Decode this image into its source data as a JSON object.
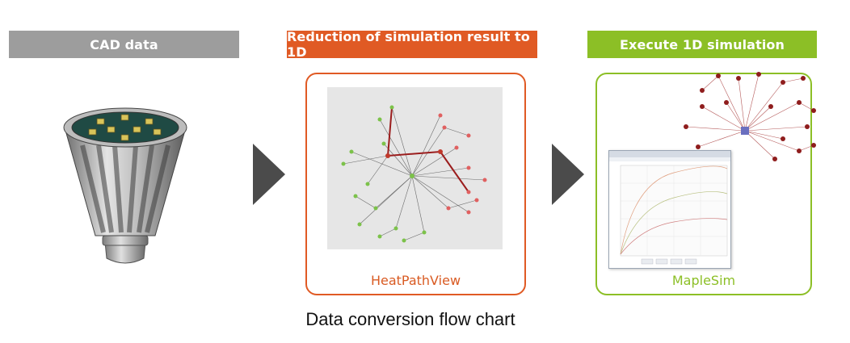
{
  "steps": [
    {
      "title": "CAD data"
    },
    {
      "title": "Reduction of simulation result to 1D",
      "tool": "HeatPathView"
    },
    {
      "title": "Execute 1D simulation",
      "tool": "MapleSim"
    }
  ],
  "caption": "Data conversion flow chart",
  "colors": {
    "cad": "#9d9d9d",
    "reduction": "#e05a24",
    "execute": "#8cbf26",
    "arrow": "#4b4b4b"
  }
}
